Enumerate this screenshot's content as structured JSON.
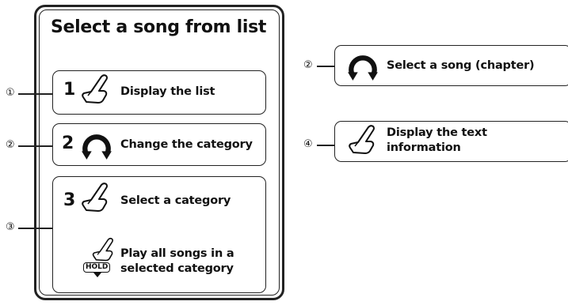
{
  "panel": {
    "title": "Select a song from list",
    "steps": [
      {
        "number": "1",
        "icon": "touch-hand-icon",
        "label": "Display the list"
      },
      {
        "number": "2",
        "icon": "rotate-arrows-icon",
        "label": "Change the category"
      },
      {
        "number": "3",
        "icon": "touch-hand-icon",
        "label": "Select a category"
      }
    ],
    "hold_step": {
      "icon": "hold-hand-icon",
      "hold_badge": "HOLD",
      "line1": "Play all songs in a",
      "line2": "selected category"
    }
  },
  "callouts_left": [
    "①",
    "②",
    "③"
  ],
  "right_callouts": [
    {
      "marker": "②",
      "icon": "rotate-arrows-icon",
      "label": "Select a song (chapter)"
    },
    {
      "marker": "④",
      "icon": "touch-hand-icon",
      "line1": "Display the text",
      "line2": "information"
    }
  ]
}
